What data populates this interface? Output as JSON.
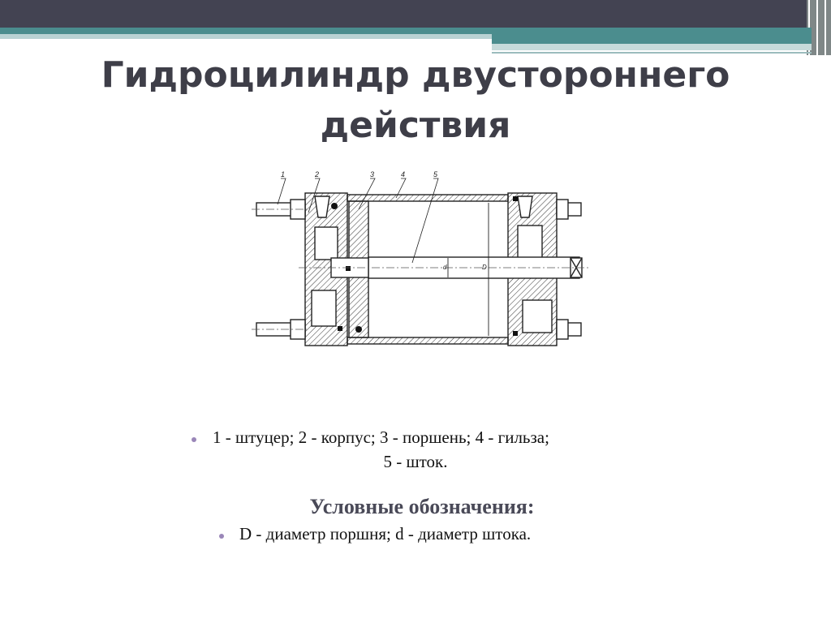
{
  "slide": {
    "title_line1": "Гидроцилиндр двустороннего",
    "title_line2": "действия"
  },
  "figure": {
    "callouts": [
      "1",
      "2",
      "3",
      "4",
      "5"
    ],
    "dimension_labels": [
      "d",
      "D"
    ]
  },
  "legend": {
    "parts_line1": "1 - штуцер; 2 - корпус; 3 - поршень; 4 - гильза;",
    "parts_line2": "5 - шток.",
    "symbols_heading": "Условные обозначения:",
    "symbols_text": "D - диаметр поршня; d - диаметр штока."
  },
  "colors": {
    "header_dark": "#434352",
    "header_teal": "#4b8d8e",
    "bullet": "#9a86b8",
    "title": "#3e3e48"
  }
}
